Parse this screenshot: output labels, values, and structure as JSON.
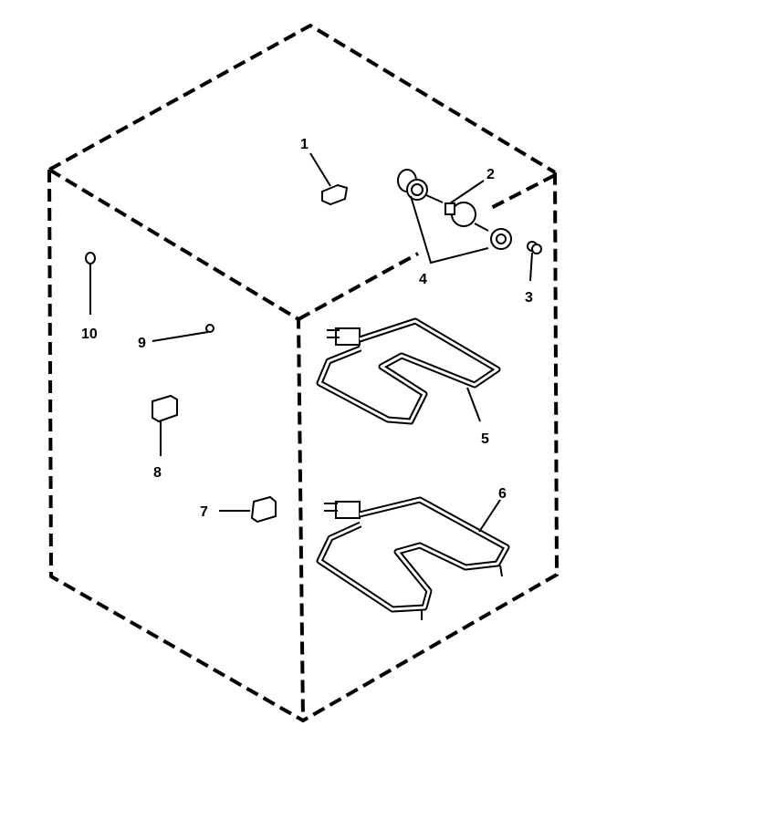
{
  "diagram": {
    "type": "exploded parts diagram",
    "callouts": [
      {
        "id": "1",
        "label": "1"
      },
      {
        "id": "2",
        "label": "2"
      },
      {
        "id": "3",
        "label": "3"
      },
      {
        "id": "4",
        "label": "4"
      },
      {
        "id": "5",
        "label": "5"
      },
      {
        "id": "6",
        "label": "6"
      },
      {
        "id": "7",
        "label": "7"
      },
      {
        "id": "8",
        "label": "8"
      },
      {
        "id": "9",
        "label": "9"
      },
      {
        "id": "10",
        "label": "10"
      }
    ],
    "line_color": "#000000",
    "background": "#ffffff"
  }
}
